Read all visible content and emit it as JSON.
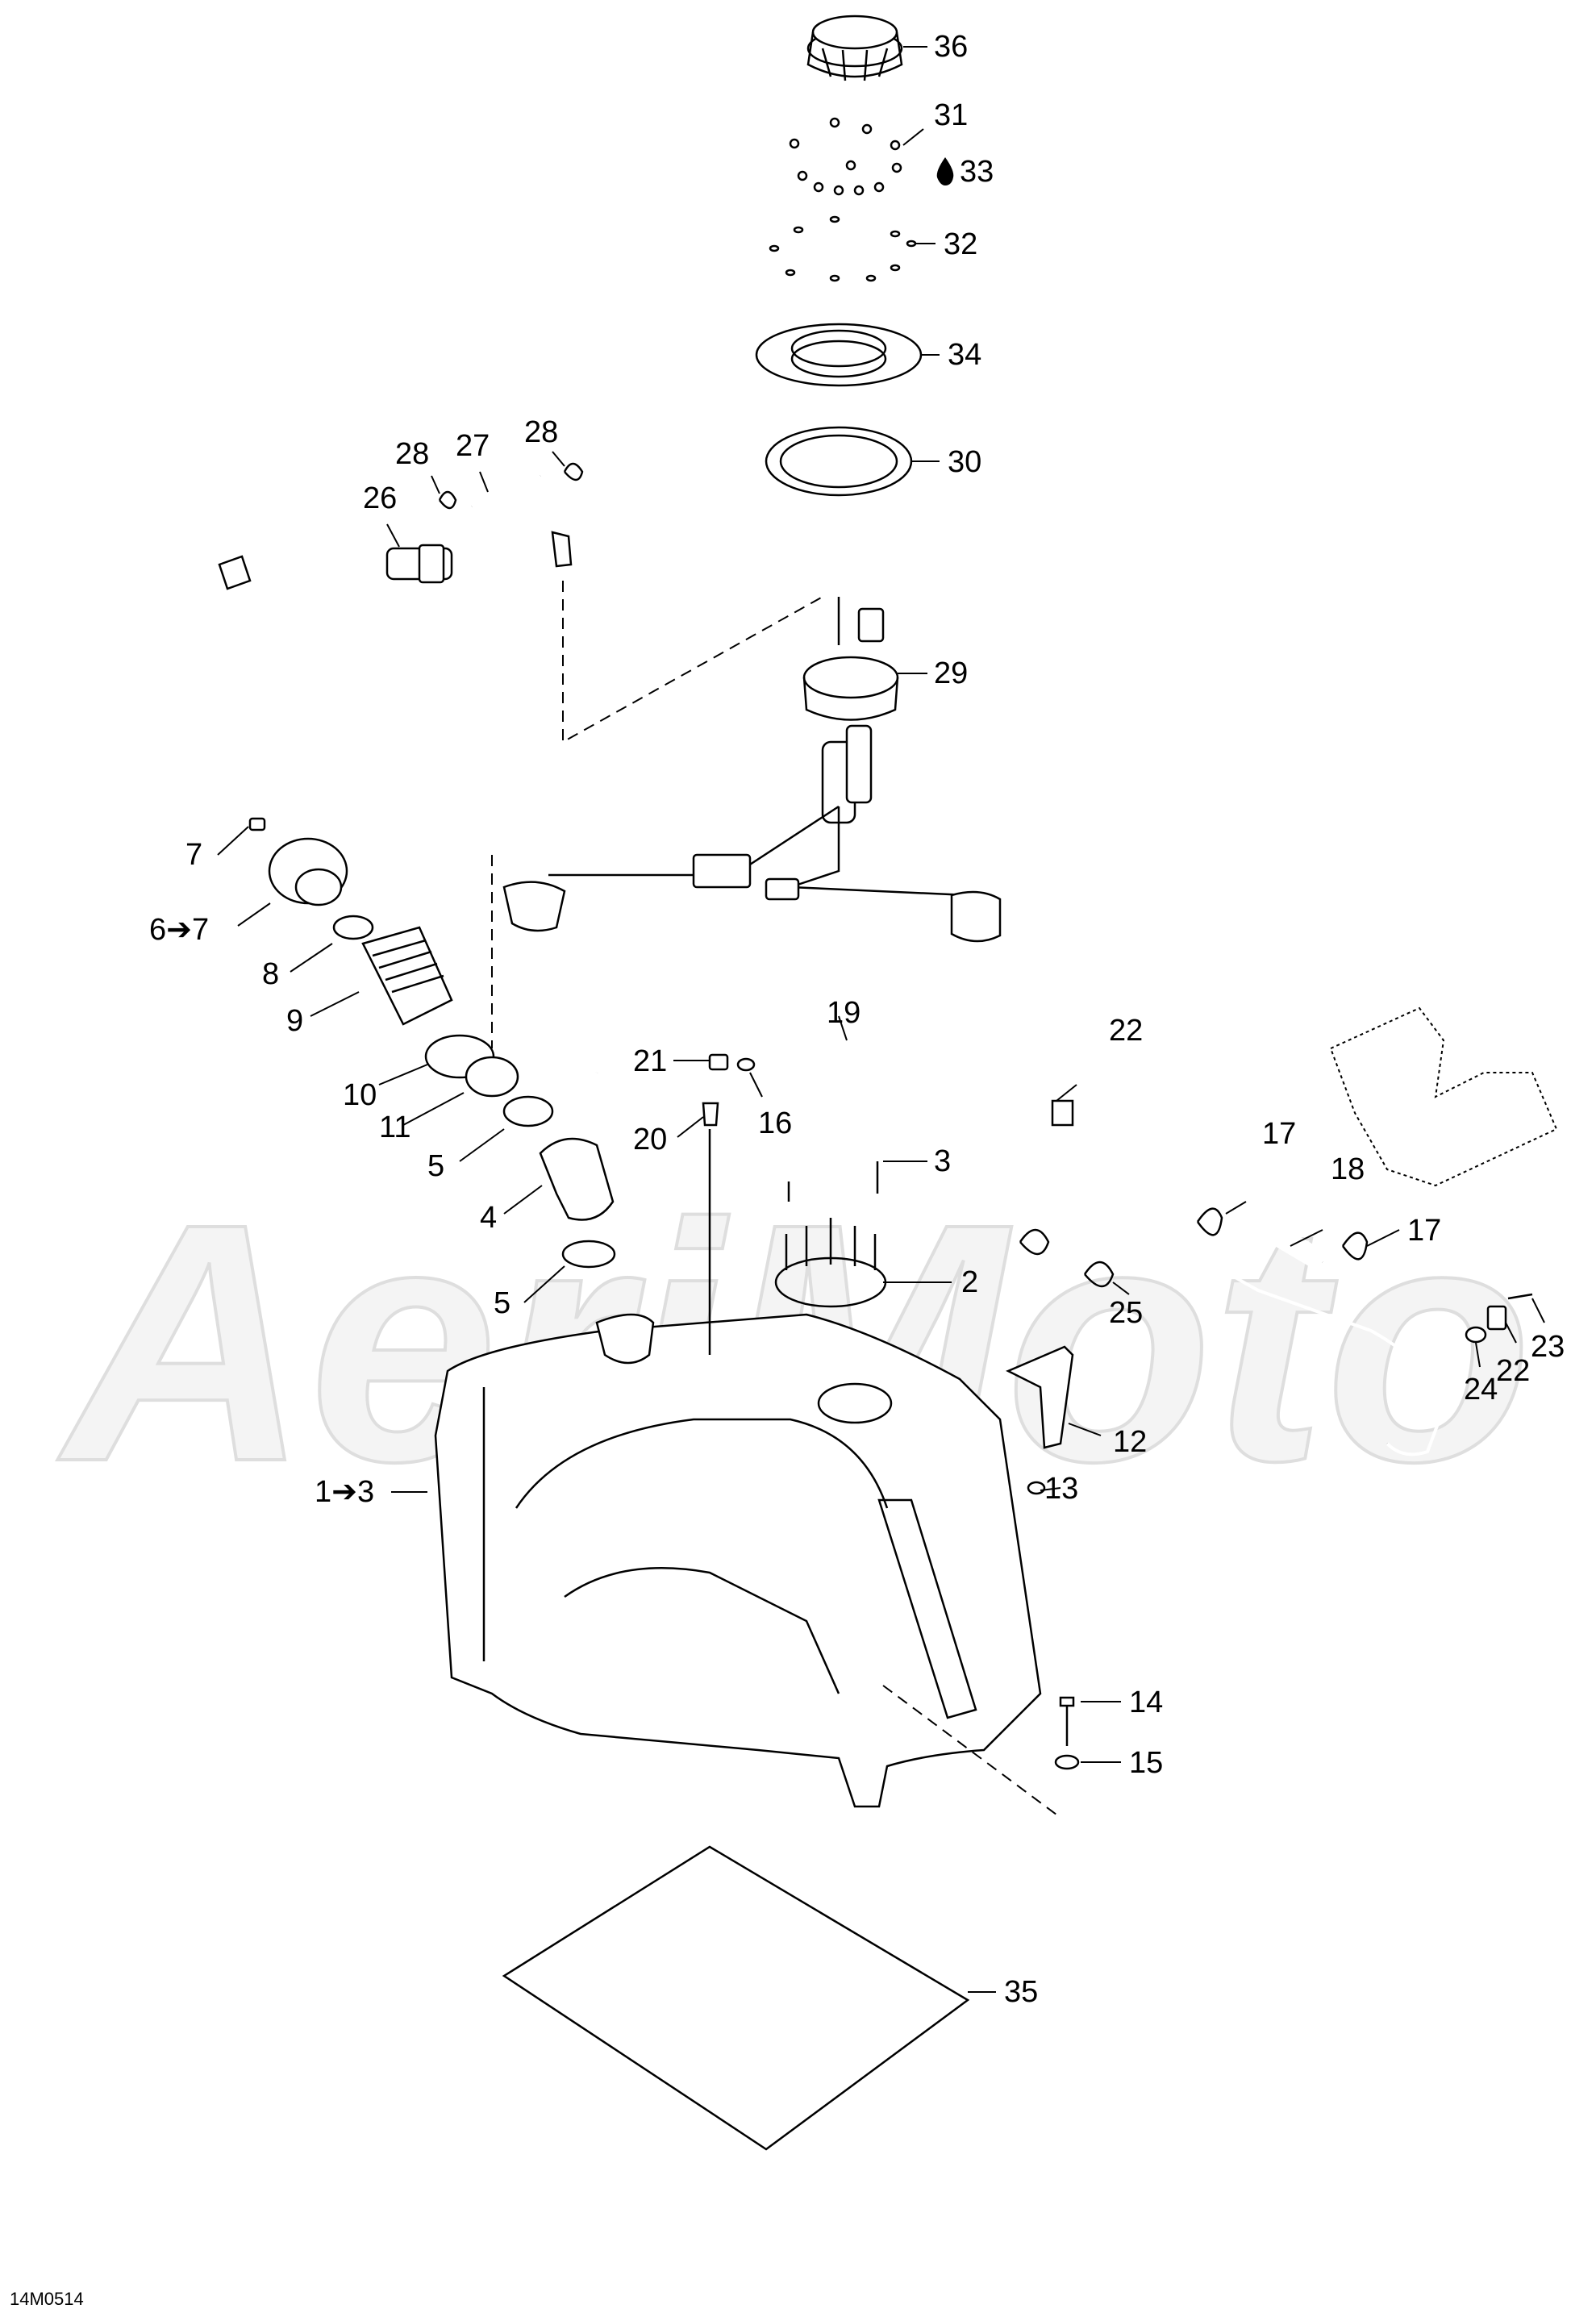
{
  "diagram": {
    "watermark": "AeriMoto",
    "image_code": "14M0514",
    "callouts": [
      {
        "id": "36",
        "text": "36"
      },
      {
        "id": "31",
        "text": "31"
      },
      {
        "id": "33",
        "text": "33"
      },
      {
        "id": "32",
        "text": "32"
      },
      {
        "id": "34",
        "text": "34"
      },
      {
        "id": "30",
        "text": "30"
      },
      {
        "id": "28a",
        "text": "28"
      },
      {
        "id": "27",
        "text": "27"
      },
      {
        "id": "28b",
        "text": "28"
      },
      {
        "id": "26",
        "text": "26"
      },
      {
        "id": "29",
        "text": "29"
      },
      {
        "id": "7",
        "text": "7"
      },
      {
        "id": "6-7",
        "text": "6➔7"
      },
      {
        "id": "8",
        "text": "8"
      },
      {
        "id": "9",
        "text": "9"
      },
      {
        "id": "10",
        "text": "10"
      },
      {
        "id": "11",
        "text": "11"
      },
      {
        "id": "5a",
        "text": "5"
      },
      {
        "id": "4",
        "text": "4"
      },
      {
        "id": "5b",
        "text": "5"
      },
      {
        "id": "19",
        "text": "19"
      },
      {
        "id": "22a",
        "text": "22"
      },
      {
        "id": "21",
        "text": "21"
      },
      {
        "id": "16",
        "text": "16"
      },
      {
        "id": "20",
        "text": "20"
      },
      {
        "id": "3",
        "text": "3"
      },
      {
        "id": "17a",
        "text": "17"
      },
      {
        "id": "18",
        "text": "18"
      },
      {
        "id": "17b",
        "text": "17"
      },
      {
        "id": "2",
        "text": "2"
      },
      {
        "id": "25",
        "text": "25"
      },
      {
        "id": "23",
        "text": "23"
      },
      {
        "id": "22b",
        "text": "22"
      },
      {
        "id": "24",
        "text": "24"
      },
      {
        "id": "12",
        "text": "12"
      },
      {
        "id": "13",
        "text": "13"
      },
      {
        "id": "1-3",
        "text": "1➔3"
      },
      {
        "id": "14",
        "text": "14"
      },
      {
        "id": "15",
        "text": "15"
      },
      {
        "id": "35",
        "text": "35"
      }
    ]
  }
}
